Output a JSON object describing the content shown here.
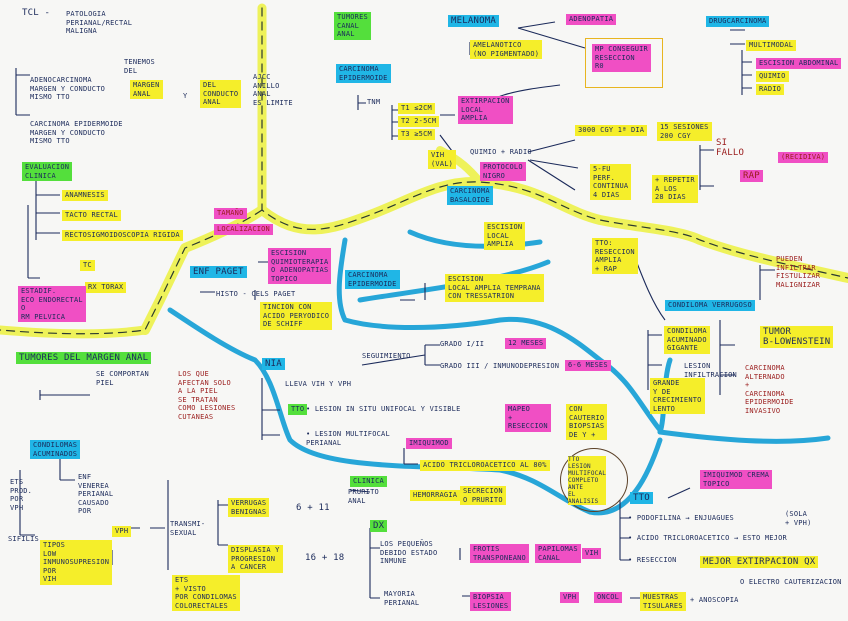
{
  "colors": {
    "yellow": "#f5ee2a",
    "magenta": "#f04fc4",
    "cyan": "#20b6e6",
    "green": "#54df3c",
    "ink": "#1b2a5a",
    "red_ink": "#9a1c1c",
    "highway_blue": "#27a6d8",
    "highway_yellow": "#eef25a"
  },
  "header": {
    "tcl": "TCL -",
    "title": "PATOLOGIA\nPERIANAL/RECTAL\nMALIGNA"
  },
  "topleft": {
    "tenemos": "TENEMOS\nDEL",
    "margen_anal": "MARGEN\nANAL",
    "y": "Y",
    "del_conducto": "DEL\nCONDUCTO\nANAL",
    "ajcc": "AJCC\nANILLO\nANAL\nES LIMITE",
    "adenocarcinoma": "ADENOCARCINOMA\nMARGEN Y CONDUCTO\nMISMO TTO",
    "carcinoma_epid": "CARCINOMA EPIDERMOIDE\nMARGEN Y CONDUCTO\nMISMO TTO"
  },
  "evaluacion": {
    "title": "EVALUACION\nCLINICA",
    "anamnesis": "ANAMNESIS",
    "tacto": "TACTO RECTAL",
    "rectosig": "RECTOSIGMOIDOSCOPIA RIGIDA",
    "tamano": "TAMAÑO",
    "localizacion": "LOCALIZACION",
    "tc": "TC",
    "rx": "RX TORAX",
    "estadificacion": "ESTADIF.\nECO ENDORECTAL\no\nRM PELVICA"
  },
  "tumores_margen": {
    "title": "TUMORES DEL MARGEN ANAL",
    "se_comportan": "SE COMPORTAN\nPIEL",
    "los_que": "LOS QUE\nAFECTAN SOLO\nA LA PIEL\nSE TRATAN\nCOMO LESIONES\nCUTANEAS"
  },
  "condilomas": {
    "title": "CONDILOMAS\nACUMINADOS",
    "ets": "ETS\nPROD.\nPOR\nVPH",
    "desc": "ENF\nVENEREA\nPERIANAL\nCAUSADO\nPOR",
    "vph": "VPH",
    "sifilis": "SIFILIS",
    "tipos": "TIPOS\nLOW\nINMUNOSUPRESION\nPOR\nVIH",
    "transmision": "TRANSMI-\nSEXUAL",
    "verrugas": "VERRUGAS\nBENIGNAS",
    "verrugas_types": "6 + 11",
    "displasia": "DISPLASIA Y\nPROGRESION\nA CANCER",
    "displasia_types": "16 + 18",
    "ets2": "ETS\n+ VISTO\nPOR CONDILOMAS\nCOLORECTALES"
  },
  "tumores_canal": {
    "title": "TUMORES\nCANAL\nANAL",
    "carcinoma_epid": "CARCINOMA\nEPIDERMOIDE",
    "tnm": "TNM",
    "t1": "T1 ≤2cm",
    "t2": "T2 2-5cm",
    "t3": "T3 ≥5cm",
    "extirpacion": "EXTIRPACION\nLOCAL\nAMPLIA",
    "quimio": "QUIMIO + RADIO",
    "protocolo": "PROTOCOLO\nNIGRO",
    "vih": "VIH\n(VAL)",
    "dosis": "3000 cGy 1ª DIA",
    "semanas": "15 SESIONES\n200 cGy",
    "fu": "5-FU\nPERF.\nCONTINUA\n4 DIAS",
    "repetir": "+ REPETIR\nA LOS\n28 DIAS",
    "si_fallo": "SI\nFALLO",
    "recidiva": "(RECIDIVA)",
    "rap": "RAP"
  },
  "melanoma": {
    "title": "MELANOMA",
    "amelanotico": "AMELANOTICO\n(NO PIGMENTADO)",
    "adenopatia": "ADENOPATIA",
    "pronostico": "MP CONSEGUIR\nRESECCION\nR0"
  },
  "oncocarcinoma": {
    "title": "DRUGCARCINOMA",
    "multimodal": "MULTIMODAL",
    "escision": "ESCISION ABDOMINAL",
    "quimio": "QUIMIO",
    "radio": "RADIO"
  },
  "basaloide": {
    "title": "CARCINOMA\nBASALOIDE",
    "escision": "ESCISION\nLOCAL\nAMPLIA"
  },
  "paget": {
    "title": "ENF PAGET",
    "histo": "HISTO - CELS PAGET",
    "tincion": "TINCION CON\nACIDO PERYODICO\nDE SCHIFF",
    "escision": "ESCISION\nQUIMIOTERAPIA\nO ADENOPATIAS\nTOPICO"
  },
  "carc_epid_margen": {
    "title": "CARCINOMA\nEPIDERMOIDE",
    "escision": "ESCISION\nLOCAL AMPLIA TEMPRANA\nCON TRESSATRION"
  },
  "verrugoso": {
    "title": "CONDILOMA VERRUGOSO",
    "ttos": "TTO:\nRESECCION\nAMPLIA\n+ RAP",
    "lesion": "PUEDEN\nINFILTRAR\nFISTULIZAR\nMALIGNIZAR",
    "gigante": "CONDILOMA\nACUMINADO\nGIGANTE",
    "tumor": "TUMOR\nB-LOWENSTEIN",
    "lesion2": "LESION\nINFILTRACION",
    "carcinoma": "CARCINOMA\nALTERNADO\n+\nCARCINOMA\nEPIDERMOIDE\nINVASIVO",
    "grande": "GRANDE\nY DE\nCRECIMIENTO\nLENTO"
  },
  "nia": {
    "title": "NIA",
    "seguimiento": "SEGUIMIENTO",
    "grado1": "GRADO I/II",
    "grado1_t": "12 MESES",
    "grado3": "GRADO III / INMUNODEPRESION",
    "grado3_t": "6-6 MESES",
    "lleva": "LLEVA VIH Y VPH",
    "tto": "TTO",
    "lesion_in_situ": "• LESION IN SITU UNIFOCAL Y VISIBLE",
    "mapeo": "MAPEO\n+\nRESECCION",
    "con_pruebas": "CON\nCAUTERIO\nBIOPSIAS\nDE Y +",
    "lesion_multi": "• LESION MULTIFOCAL\nPERIANAL",
    "imiquimod": "IMIQUIMOD",
    "acido": "ACIDO TRICLOROACETICO AL 80%",
    "nube": "TTO\nLESION\nMULTIFOCAL\nCOMPLETO\nANTE\nEL\nANALISIS"
  },
  "clinica": {
    "title": "CLINICA",
    "prurito": "PRURITO\nANAL",
    "hemorragia": "HEMORRAGIA",
    "secrecion": "SECRECION\nO PRURITO"
  },
  "tto_condiloma": {
    "title": "TTO",
    "imiquimod": "IMIQUIMOD CREMA\nTOPICO",
    "podofilina": "• PODOFILINA → ENJUAGUES",
    "sola": "(SOLA\n+ VPH)",
    "acido": "• ACIDO TRICLOROACETICO → ESTO MEJOR",
    "resec": "• RESECCION",
    "mejor": "MEJOR EXTIRPACION QX",
    "electro": "O ELECTRO CAUTERIZACION"
  },
  "dx": {
    "title": "DX",
    "pequenos": "LOS PEQUEÑOS\nDEBIDO ESTADO\nINMUNE",
    "frotis": "FROTIS\nTRANSPONEANO",
    "papilomas": "PAPILOMAS\nCANAL",
    "vih": "VIH",
    "mayoria": "MAYORIA\nPERIANAL",
    "biopsia": "BIOPSIA\nLESIONES",
    "vph": "VPH",
    "oncol": "ONCOL",
    "muestras": "MUESTRAS\nTISULARES",
    "anoscopia": "+ ANOSCOPIA"
  }
}
